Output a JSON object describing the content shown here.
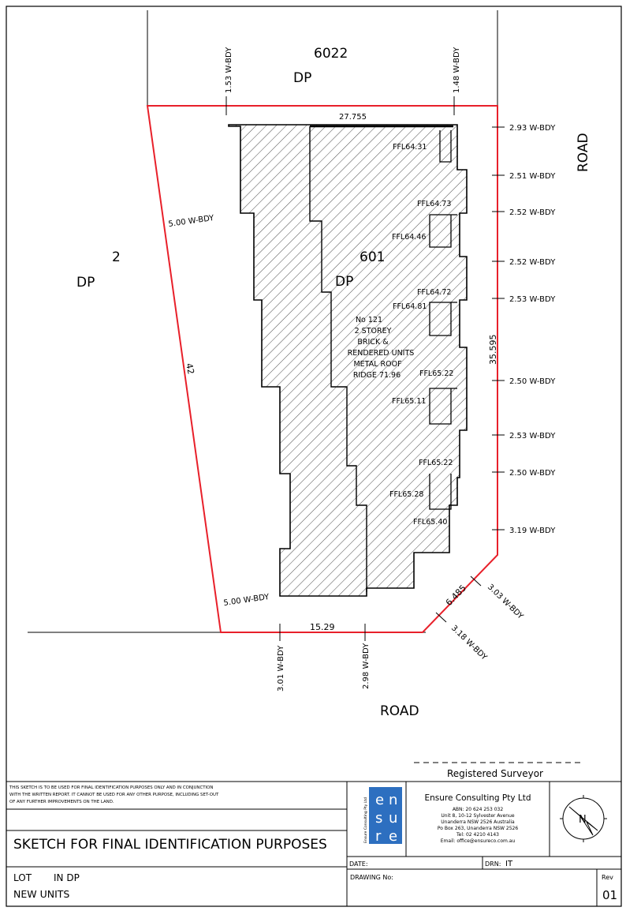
{
  "plan": {
    "lot_top": "6022",
    "dp_top": "DP",
    "lot_left": "2",
    "dp_left": "DP",
    "lot_main": "601",
    "dp_main": "DP",
    "road_right": "ROAD",
    "road_bottom": "ROAD",
    "dims": {
      "top": "27.755",
      "right": "35.595",
      "left": "42",
      "bottom": "15.29",
      "chamfer": "6.485"
    },
    "offsets": {
      "top_left": "1.53 W-BDY",
      "top_right": "1.48 W-BDY",
      "left_upper": "5.00 W-BDY",
      "left_lower": "5.00 W-BDY",
      "right_1": "2.93 W-BDY",
      "right_2": "2.51 W-BDY",
      "right_3": "2.52 W-BDY",
      "right_4": "2.52 W-BDY",
      "right_5": "2.53 W-BDY",
      "right_6": "2.50 W-BDY",
      "right_7": "2.53 W-BDY",
      "right_8": "2.50 W-BDY",
      "right_9": "3.19 W-BDY",
      "chamfer_1": "3.03 W-BDY",
      "chamfer_2": "3.18 W-BDY",
      "bottom_1": "3.01 W-BDY",
      "bottom_2": "2.98 W-BDY"
    },
    "floor_levels": [
      "FFL64.31",
      "FFL64.73",
      "FFL64.46",
      "FFL64.72",
      "FFL64.81",
      "FFL65.22",
      "FFL65.11",
      "FFL65.22",
      "FFL65.28",
      "FFL65.40"
    ],
    "building_notes": [
      "No 121",
      "2 STOREY",
      "BRICK &",
      "RENDERED UNITS",
      "METAL ROOF",
      "RIDGE 71.96"
    ]
  },
  "title_block": {
    "surveyor_label": "Registered  Surveyor",
    "disclaimer_lines": [
      "THIS SKETCH IS TO BE USED FOR FINAL IDENTIFICATION PURPOSES ONLY AND IN CONJUNCTION",
      "WITH THE WRITTEN REPORT. IT CANNOT BE USED FOR ANY OTHER PURPOSE, INCLUDING SET-OUT",
      "OF ANY FURTHER IMPROVEMENTS ON THE LAND."
    ],
    "logo_letters": [
      "e",
      "n",
      "s",
      "u",
      "r",
      "e"
    ],
    "logo_vertical": "Ensure Consulting Pty Ltd",
    "company_name": "Ensure Consulting Pty Ltd",
    "company_lines": [
      "ABN: 20 624 253 032",
      "Unit 8, 10-12 Sylvester Avenue",
      "Unanderra NSW 2526 Australia",
      "Po Box 263, Unanderra NSW 2526",
      "Tel:   02 4210 4143",
      "Email: office@ensureco.com.au"
    ],
    "sketch_title": "SKETCH FOR FINAL IDENTIFICATION PURPOSES",
    "lot_label": "LOT",
    "in_dp_label": "IN DP",
    "new_units": "NEW  UNITS",
    "date_label": "DATE:",
    "drn_label": "DRN:",
    "drn_value": "IT",
    "drawing_no_label": "DRAWING  No:",
    "rev_label": "Rev",
    "rev_value": "01",
    "north_letter": "N"
  },
  "colors": {
    "boundary": "#e8202a",
    "line": "#000000",
    "logo_blue": "#2d6fc0"
  }
}
